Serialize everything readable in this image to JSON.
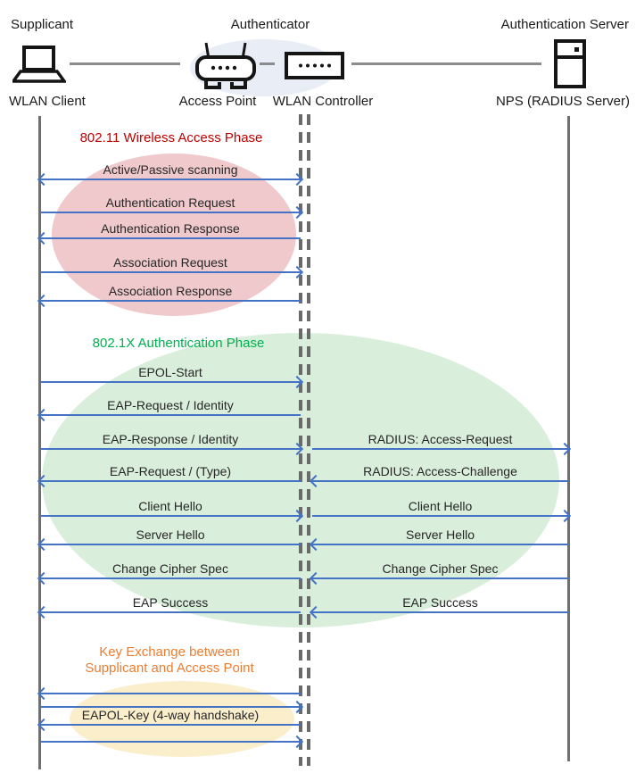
{
  "header": {
    "roles": {
      "supplicant": "Supplicant",
      "authenticator": "Authenticator",
      "authentication_server": "Authentication Server"
    },
    "devices": {
      "wlan_client": "WLAN Client",
      "access_point": "Access Point",
      "wlan_controller": "WLAN Controller",
      "nps": "NPS (RADIUS Server)"
    }
  },
  "phases": {
    "wireless_access": {
      "title": "802.11 Wireless Access Phase",
      "title_color": "#C00000",
      "fill": "#EFC9CC"
    },
    "authentication": {
      "title": "802.1X Authentication Phase",
      "title_color": "#00B050",
      "fill": "#D9EFDC"
    },
    "key_exchange": {
      "title_line1": "Key Exchange between",
      "title_line2": "Supplicant and Access Point",
      "title_color": "#ED7D31",
      "fill": "#FBEECB"
    }
  },
  "messages": {
    "left": [
      {
        "label": "Active/Passive scanning",
        "direction": "both"
      },
      {
        "label": "Authentication Request",
        "direction": "right"
      },
      {
        "label": "Authentication Response",
        "direction": "left"
      },
      {
        "label": "Association Request",
        "direction": "right"
      },
      {
        "label": "Association Response",
        "direction": "left"
      },
      {
        "label": "EPOL-Start",
        "direction": "right"
      },
      {
        "label": "EAP-Request / Identity",
        "direction": "left"
      },
      {
        "label": "EAP-Response / Identity",
        "direction": "right"
      },
      {
        "label": "EAP-Request / (Type)",
        "direction": "left"
      },
      {
        "label": "Client Hello",
        "direction": "right"
      },
      {
        "label": "Server Hello",
        "direction": "left"
      },
      {
        "label": "Change Cipher Spec",
        "direction": "left"
      },
      {
        "label": "EAP Success",
        "direction": "left"
      },
      {
        "label": "",
        "direction": "left"
      },
      {
        "label": "",
        "direction": "right"
      },
      {
        "label": "EAPOL-Key (4-way handshake)",
        "direction": "left"
      },
      {
        "label": "",
        "direction": "right"
      }
    ],
    "right": [
      {
        "label": "RADIUS: Access-Request",
        "direction": "right"
      },
      {
        "label": "RADIUS: Access-Challenge",
        "direction": "left"
      },
      {
        "label": "Client Hello",
        "direction": "right"
      },
      {
        "label": "Server Hello",
        "direction": "left"
      },
      {
        "label": "Change Cipher Spec",
        "direction": "left"
      },
      {
        "label": "EAP Success",
        "direction": "left"
      }
    ]
  },
  "colors": {
    "arrow": "#4472C4",
    "lifeline": "#6F6F6F",
    "dashed_lifeline": "#6A6A6A",
    "connector": "#8C8C8C",
    "authenticator_ellipse_fill": "#E9EDF5"
  }
}
